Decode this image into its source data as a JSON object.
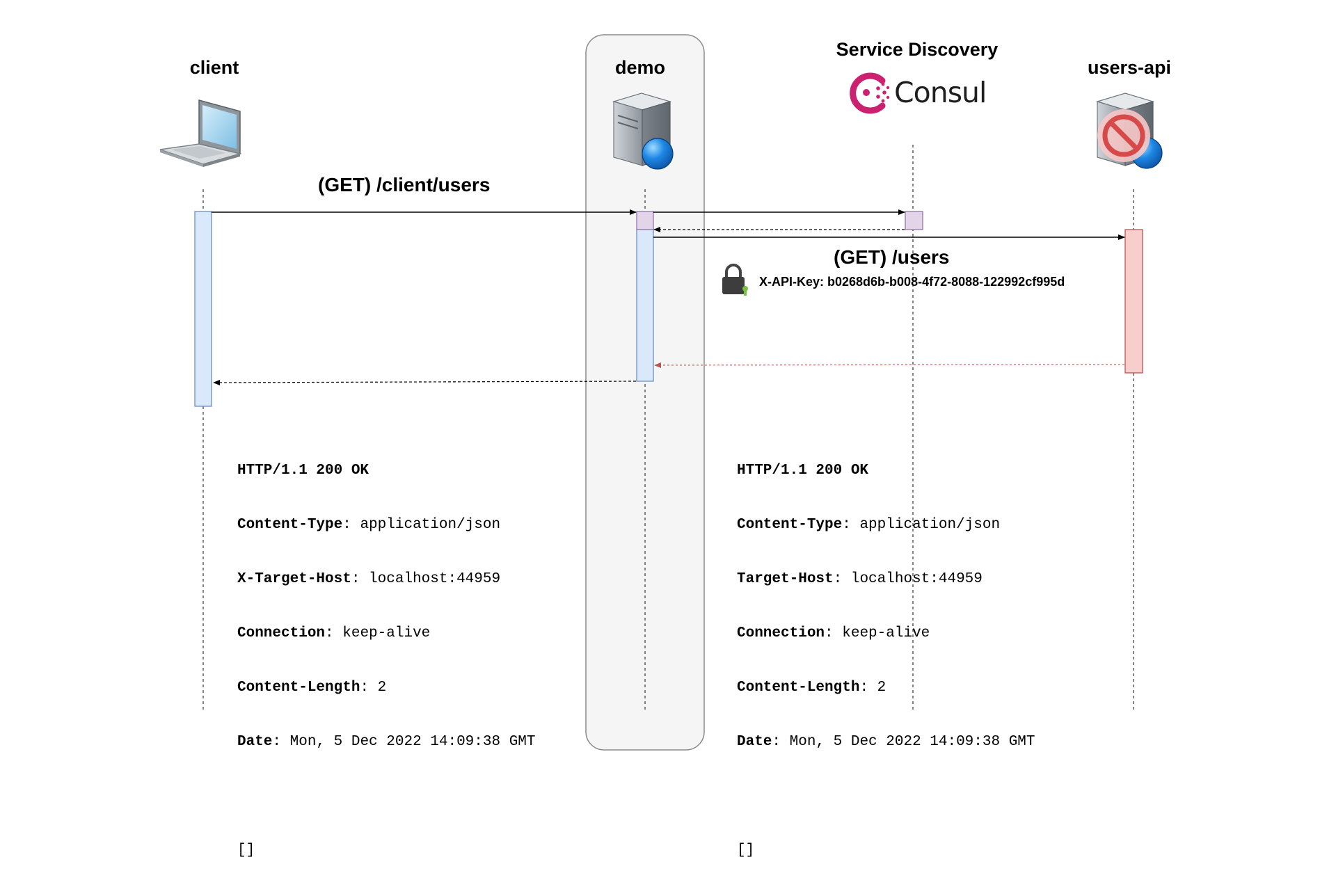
{
  "diagram": {
    "participants": {
      "client": {
        "label": "client",
        "icon": "laptop-icon"
      },
      "demo": {
        "label": "demo",
        "icon": "web-server-icon"
      },
      "service_discovery": {
        "label": "Service Discovery",
        "logo_text": "Consul",
        "icon": "consul-logo-icon"
      },
      "users_api": {
        "label": "users-api",
        "icon": "blocked-server-icon"
      }
    },
    "messages": {
      "client_request": "(GET) /client/users",
      "api_request": "(GET) /users",
      "api_key_header": "X-API-Key: b0268d6b-b008-4f72-8088-122992cf995d"
    },
    "colors": {
      "client_activation": "#dae8fc",
      "client_activation_border": "#6c8ebf",
      "discovery_activation": "#e1d5e7",
      "discovery_activation_border": "#9673a6",
      "api_activation": "#f8cecc",
      "api_activation_border": "#b85450",
      "group_background": "#f5f5f5",
      "consul_brand": "#ca2171",
      "lock_accent": "#7ac143"
    },
    "responses": {
      "client_response": {
        "status": "HTTP/1.1 200 OK",
        "headers": [
          {
            "key": "Content-Type",
            "value": "application/json"
          },
          {
            "key": "X-Target-Host",
            "value": "localhost:44959"
          },
          {
            "key": "Connection",
            "value": "keep-alive"
          },
          {
            "key": "Content-Length",
            "value": "2"
          },
          {
            "key": "Date",
            "value": "Mon, 5 Dec 2022 14:09:38 GMT"
          }
        ],
        "body": "[]"
      },
      "api_response": {
        "status": "HTTP/1.1 200 OK",
        "headers": [
          {
            "key": "Content-Type",
            "value": "application/json"
          },
          {
            "key": "Target-Host",
            "value": "localhost:44959"
          },
          {
            "key": "Connection",
            "value": "keep-alive"
          },
          {
            "key": "Content-Length",
            "value": "2"
          },
          {
            "key": "Date",
            "value": "Mon, 5 Dec 2022 14:09:38 GMT"
          }
        ],
        "body": "[]"
      }
    }
  }
}
